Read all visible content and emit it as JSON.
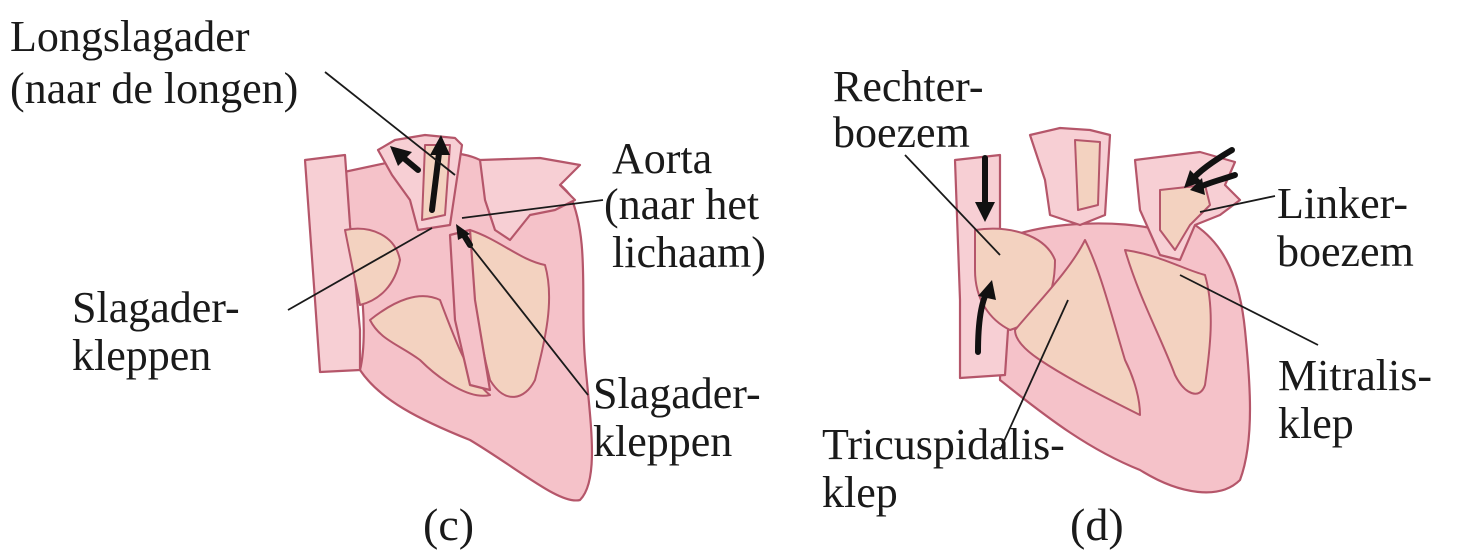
{
  "panel_c": {
    "caption": "(c)",
    "labels": {
      "pulmonary_line1": "Longslagader",
      "pulmonary_line2": "(naar de longen)",
      "aorta_line1": "Aorta",
      "aorta_line2": "(naar het",
      "aorta_line3": "lichaam)",
      "semilunar_left_line1": "Slagader-",
      "semilunar_left_line2": "kleppen",
      "semilunar_right_line1": "Slagader-",
      "semilunar_right_line2": "kleppen"
    }
  },
  "panel_d": {
    "caption": "(d)",
    "labels": {
      "right_atrium_line1": "Rechter-",
      "right_atrium_line2": "boezem",
      "left_atrium_line1": "Linker-",
      "left_atrium_line2": "boezem",
      "mitral_line1": "Mitralis-",
      "mitral_line2": "klep",
      "tricuspid_line1": "Tricuspidalis-",
      "tricuspid_line2": "klep"
    }
  },
  "colors": {
    "heart_wall": "#f5c2c9",
    "chamber_interior": "#f3d2c0",
    "outline": "#b5566a"
  }
}
